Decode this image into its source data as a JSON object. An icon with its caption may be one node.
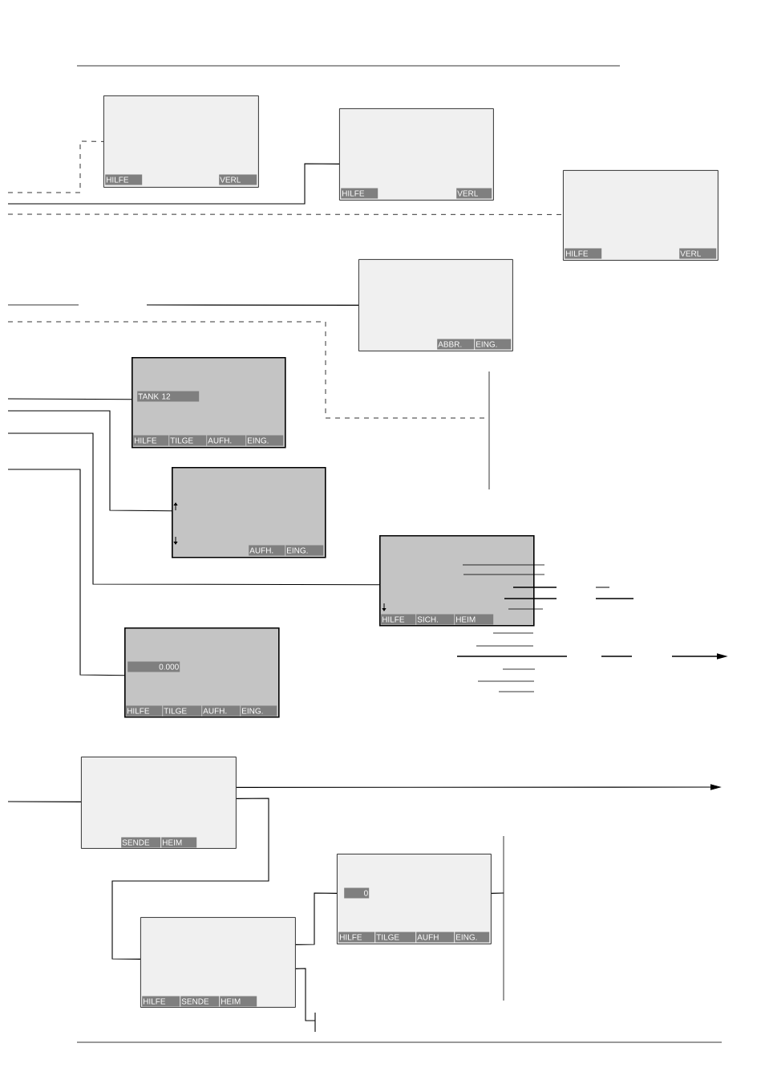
{
  "diagram": {
    "nodes": [
      {
        "text": [
          "HILFE",
          "VERL"
        ]
      },
      {
        "text": [
          "HILFE",
          "VERL"
        ]
      },
      {
        "text": [
          "HILFE",
          "VERL"
        ]
      },
      {
        "text": [
          "ABBR.",
          "EING."
        ]
      },
      {
        "text": [
          "TANK 12",
          "HILFE",
          "TILGE",
          "AUFH.",
          "EING."
        ]
      },
      {
        "text": [
          "AUFH.",
          "EING."
        ]
      },
      {
        "text": [
          "HILFE",
          "SICH.",
          "HEIM"
        ]
      },
      {
        "text": [
          "0.000",
          "HILFE",
          "TILGE",
          "AUFH.",
          "EING."
        ]
      },
      {
        "text": [
          "SENDE",
          "HEIM"
        ]
      },
      {
        "text": [
          "HILFE",
          "SENDE",
          "HEIM"
        ]
      },
      {
        "text": [
          "0",
          "HILFE",
          "TILGE",
          "AUFH",
          "EING."
        ]
      }
    ],
    "edges": [
      {
        "from": null,
        "to": 0,
        "arrow": "none",
        "style": "dashed"
      },
      {
        "from": null,
        "to": 1,
        "arrow": "none"
      },
      {
        "from": null,
        "to": 2,
        "arrow": "none",
        "style": "dashed"
      },
      {
        "from": null,
        "to": 3,
        "arrow": "none"
      },
      {
        "from": null,
        "to": 4,
        "arrow": "none"
      },
      {
        "from": null,
        "to": 5,
        "arrow": "none"
      },
      {
        "from": null,
        "to": 6,
        "arrow": "none"
      },
      {
        "from": null,
        "to": 7,
        "arrow": "none"
      },
      {
        "from": null,
        "to": 8,
        "arrow": "none"
      },
      {
        "from": 8,
        "to": 9,
        "arrow": "none"
      },
      {
        "from": 9,
        "to": 10,
        "arrow": "none"
      },
      {
        "from": 8,
        "to": null,
        "arrow": "to"
      },
      {
        "from": 9,
        "to": null,
        "arrow": "none"
      },
      {
        "from": 10,
        "to": null,
        "arrow": "none"
      }
    ]
  }
}
